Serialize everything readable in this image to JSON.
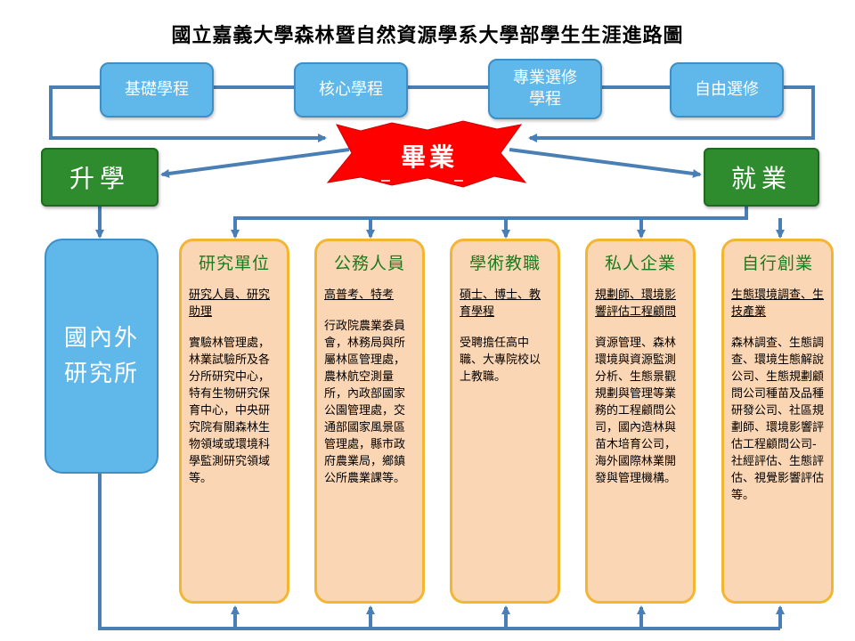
{
  "title": "國立嘉義大學森林暨自然資源學系大學部學生生涯進路圖",
  "courses": [
    {
      "label": "基礎學程"
    },
    {
      "label": "核心學程"
    },
    {
      "label": "專業選修\n學程"
    },
    {
      "label": "自由選修"
    }
  ],
  "graduation": "畢業",
  "further_study": "升學",
  "employment": "就業",
  "grad_school": "國內外\n研究所",
  "careers": [
    {
      "title": "研究單位",
      "sub": "研究人員、研究助理",
      "desc": "實驗林管理處，林業試驗所及各分所研究中心，特有生物研究保育中心，中央研究院有關森林生物領域或環境科學監測研究領域等。"
    },
    {
      "title": "公務人員",
      "sub": "高普考、特考",
      "desc": "行政院農業委員會，林務局與所屬林區管理處，農林航空測量所，內政部國家公園管理處，交通部國家風景區管理處，縣市政府農業局，鄉鎮公所農業課等。"
    },
    {
      "title": "學術教職",
      "sub": "碩士、博士、教育學程",
      "desc": "受聘擔任高中職、大專院校以上教職。"
    },
    {
      "title": "私人企業",
      "sub": "規劃師、環境影響評估工程顧問",
      "desc": "資源管理、森林環境與資源監測分析、生態景觀規劃與管理等業務的工程顧問公司，國內造林與苗木培育公司，海外國際林業開發與管理機構。"
    },
    {
      "title": "自行創業",
      "sub": "生態環境調查、生技產業",
      "desc": "森林調查、生態調查、環境生態解說公司、生態規劃顧問公司種苗及品種研發公司、社區規劃師、環境影響評估工程顧問公司-社經評估、生態評估、視覺影響評估等。"
    }
  ],
  "colors": {
    "course_blue": "#5fb7ea",
    "green": "#2e8b2e",
    "arrow_blue": "#4a7fb5",
    "graduation_red": "#ff0000",
    "career_fill": "#fbd6b5",
    "career_border": "#f2b632",
    "career_title": "#1e7a1e"
  }
}
